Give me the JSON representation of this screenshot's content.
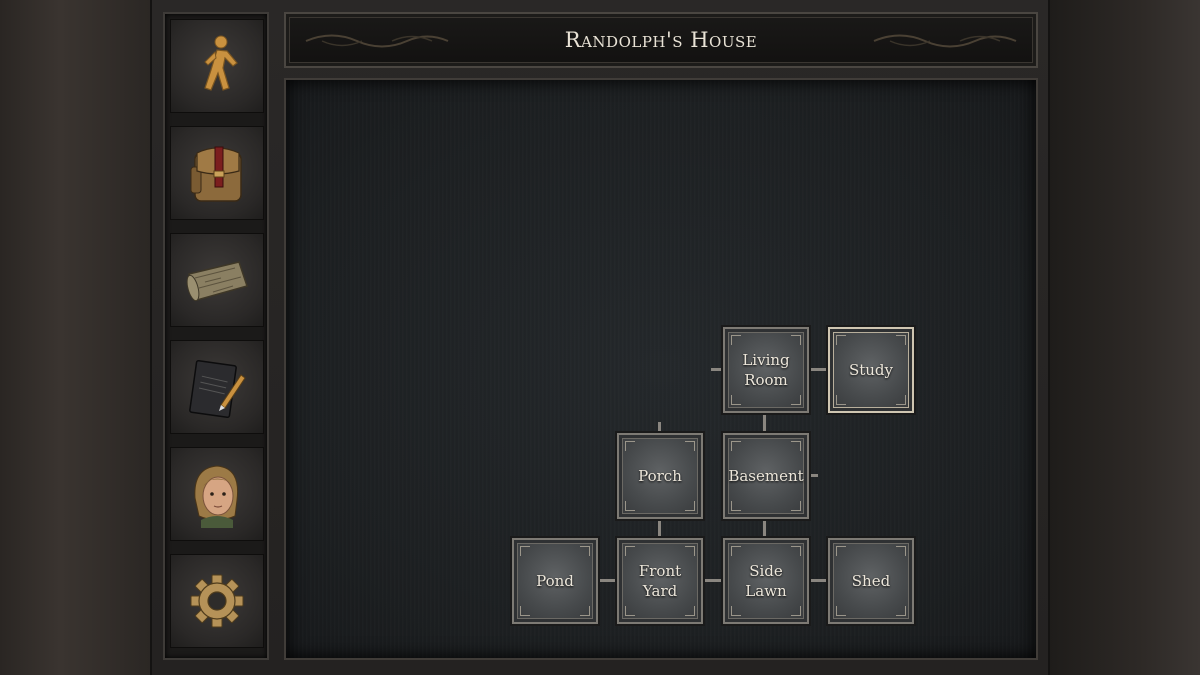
{
  "header": {
    "title": "Randolph's House"
  },
  "sidebar": {
    "items": [
      {
        "name": "walk",
        "icon": "walking-figure-icon"
      },
      {
        "name": "inventory",
        "icon": "backpack-icon"
      },
      {
        "name": "map",
        "icon": "map-scroll-icon"
      },
      {
        "name": "journal",
        "icon": "journal-pen-icon"
      },
      {
        "name": "character",
        "icon": "character-portrait-icon"
      },
      {
        "name": "settings",
        "icon": "gear-icon"
      }
    ]
  },
  "map": {
    "current_room": "Study",
    "rooms": {
      "living_room": "Living Room",
      "study": "Study",
      "porch": "Porch",
      "basement": "Basement",
      "pond": "Pond",
      "front_yard": "Front Yard",
      "side_lawn": "Side Lawn",
      "shed": "Shed"
    }
  },
  "colors": {
    "accent_gold": "#c9913f",
    "text": "#ece6da",
    "room_border": "#7d7a74",
    "current_room_border": "#cfc6b2"
  }
}
